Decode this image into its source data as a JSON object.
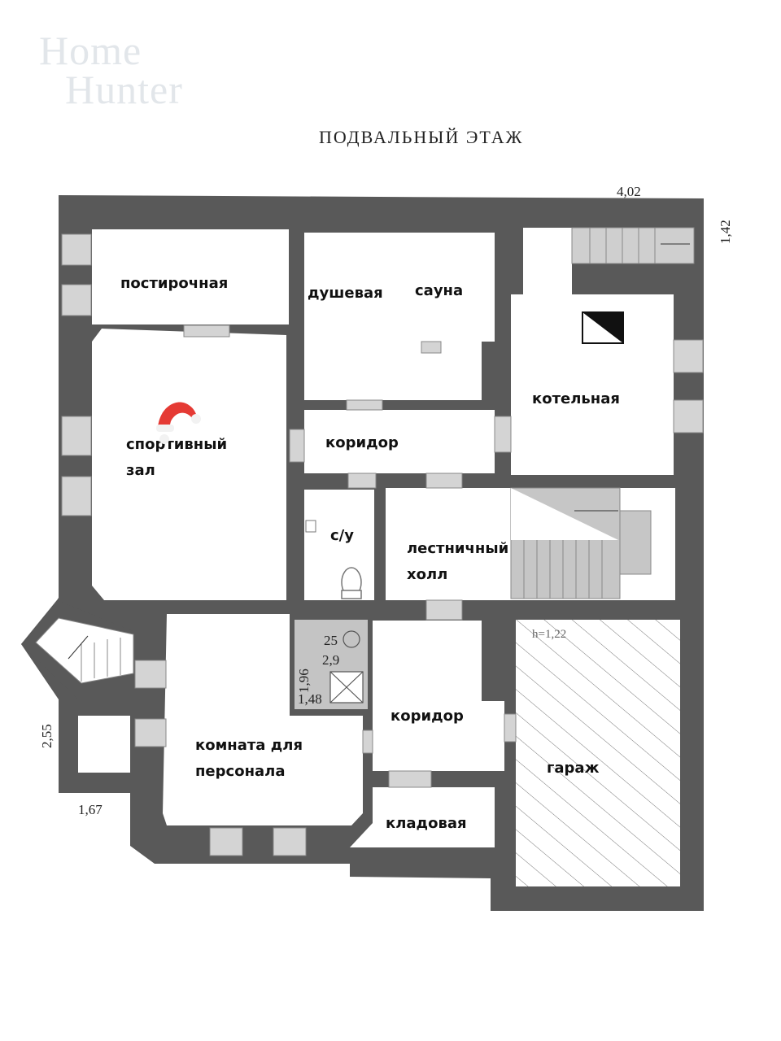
{
  "watermark": {
    "line1": "Home",
    "line2": "Hunter"
  },
  "plan": {
    "title": "ПОДВАЛЬНЫЙ ЭТАЖ",
    "rooms": {
      "postirochnaya": "постирочная",
      "dushevaya": "душевая",
      "sauna": "сауна",
      "kotelnaya": "котельная",
      "sportzal_line1": "спортивный",
      "sportzal_line2": "зал",
      "koridor_top": "коридор",
      "su": "с/у",
      "hall_line1": "лестничный",
      "hall_line2": "холл",
      "koridor_bottom": "коридор",
      "personal_line1": "комната для",
      "personal_line2": "персонала",
      "garage": "гараж",
      "kladovaya": "кладовая"
    },
    "dimensions": {
      "top_right": "4,02",
      "right_vertical": "1,42",
      "left_vertical": "2,55",
      "bottom_left": "1,67",
      "garage_height": "h=1,22",
      "wc_25": "25",
      "wc_29": "2,9",
      "wc_196": "1,96",
      "wc_148": "1,48"
    }
  },
  "colors": {
    "wall": "#595959",
    "window": "#d4d4d4",
    "paper": "#ffffff",
    "stair": "#bdbdbd"
  },
  "icons": [
    "santa-hat-icon",
    "boiler-icon",
    "toilet-icon",
    "shower-icon",
    "sink-icon"
  ]
}
